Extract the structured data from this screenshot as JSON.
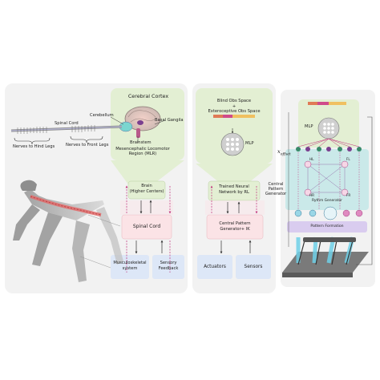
{
  "left": {
    "cerebral_cortex": "Cerebral Cortex",
    "cerebellum": "Cerebellum",
    "basal_ganglia": "Basal Gangila",
    "brainstem": "Brainstem",
    "mlr": [
      "Mesencephalic Locomotor",
      "Region (MLR)"
    ],
    "spinal_cord_label": "Spinal Cord",
    "nerves_hind": "Nerves to Hind Legs",
    "nerves_front": "Nerves to Front Legs",
    "brain_box": [
      "Brain",
      "(Higher Centers)"
    ],
    "spinal_box": "Spinal Cord",
    "musculo_box": [
      "Musculoskeletal",
      "system"
    ],
    "sensory_box": [
      "Sensory",
      "Feedback"
    ]
  },
  "middle": {
    "obs_title": [
      "Blind Obs Space",
      "+",
      "Exteroceptive Obs Space"
    ],
    "mlp": "MLP",
    "trained_box": [
      "Trained Neural",
      "Network by RL"
    ],
    "cpg_box": [
      "Central Pattern",
      "Generator+ IK"
    ],
    "actuators": "Actuators",
    "sensors": "Sensors"
  },
  "right": {
    "mlp": "MLP",
    "x_label": "x",
    "x_sub": "offset",
    "cpg_label": [
      "Central",
      "Pattern",
      "Generator"
    ],
    "legs": [
      "HL",
      "FL",
      "HR",
      "FR"
    ],
    "rhythm": "Rythm Generator",
    "pattern": "Pattern Formation"
  },
  "colors": {
    "green_box": "#e3efd3",
    "pink_box": "#fbe3e6",
    "blue_box": "#dde7f7",
    "panel_bg": "#f2f2f2",
    "spine_red": "#e26a6a"
  }
}
